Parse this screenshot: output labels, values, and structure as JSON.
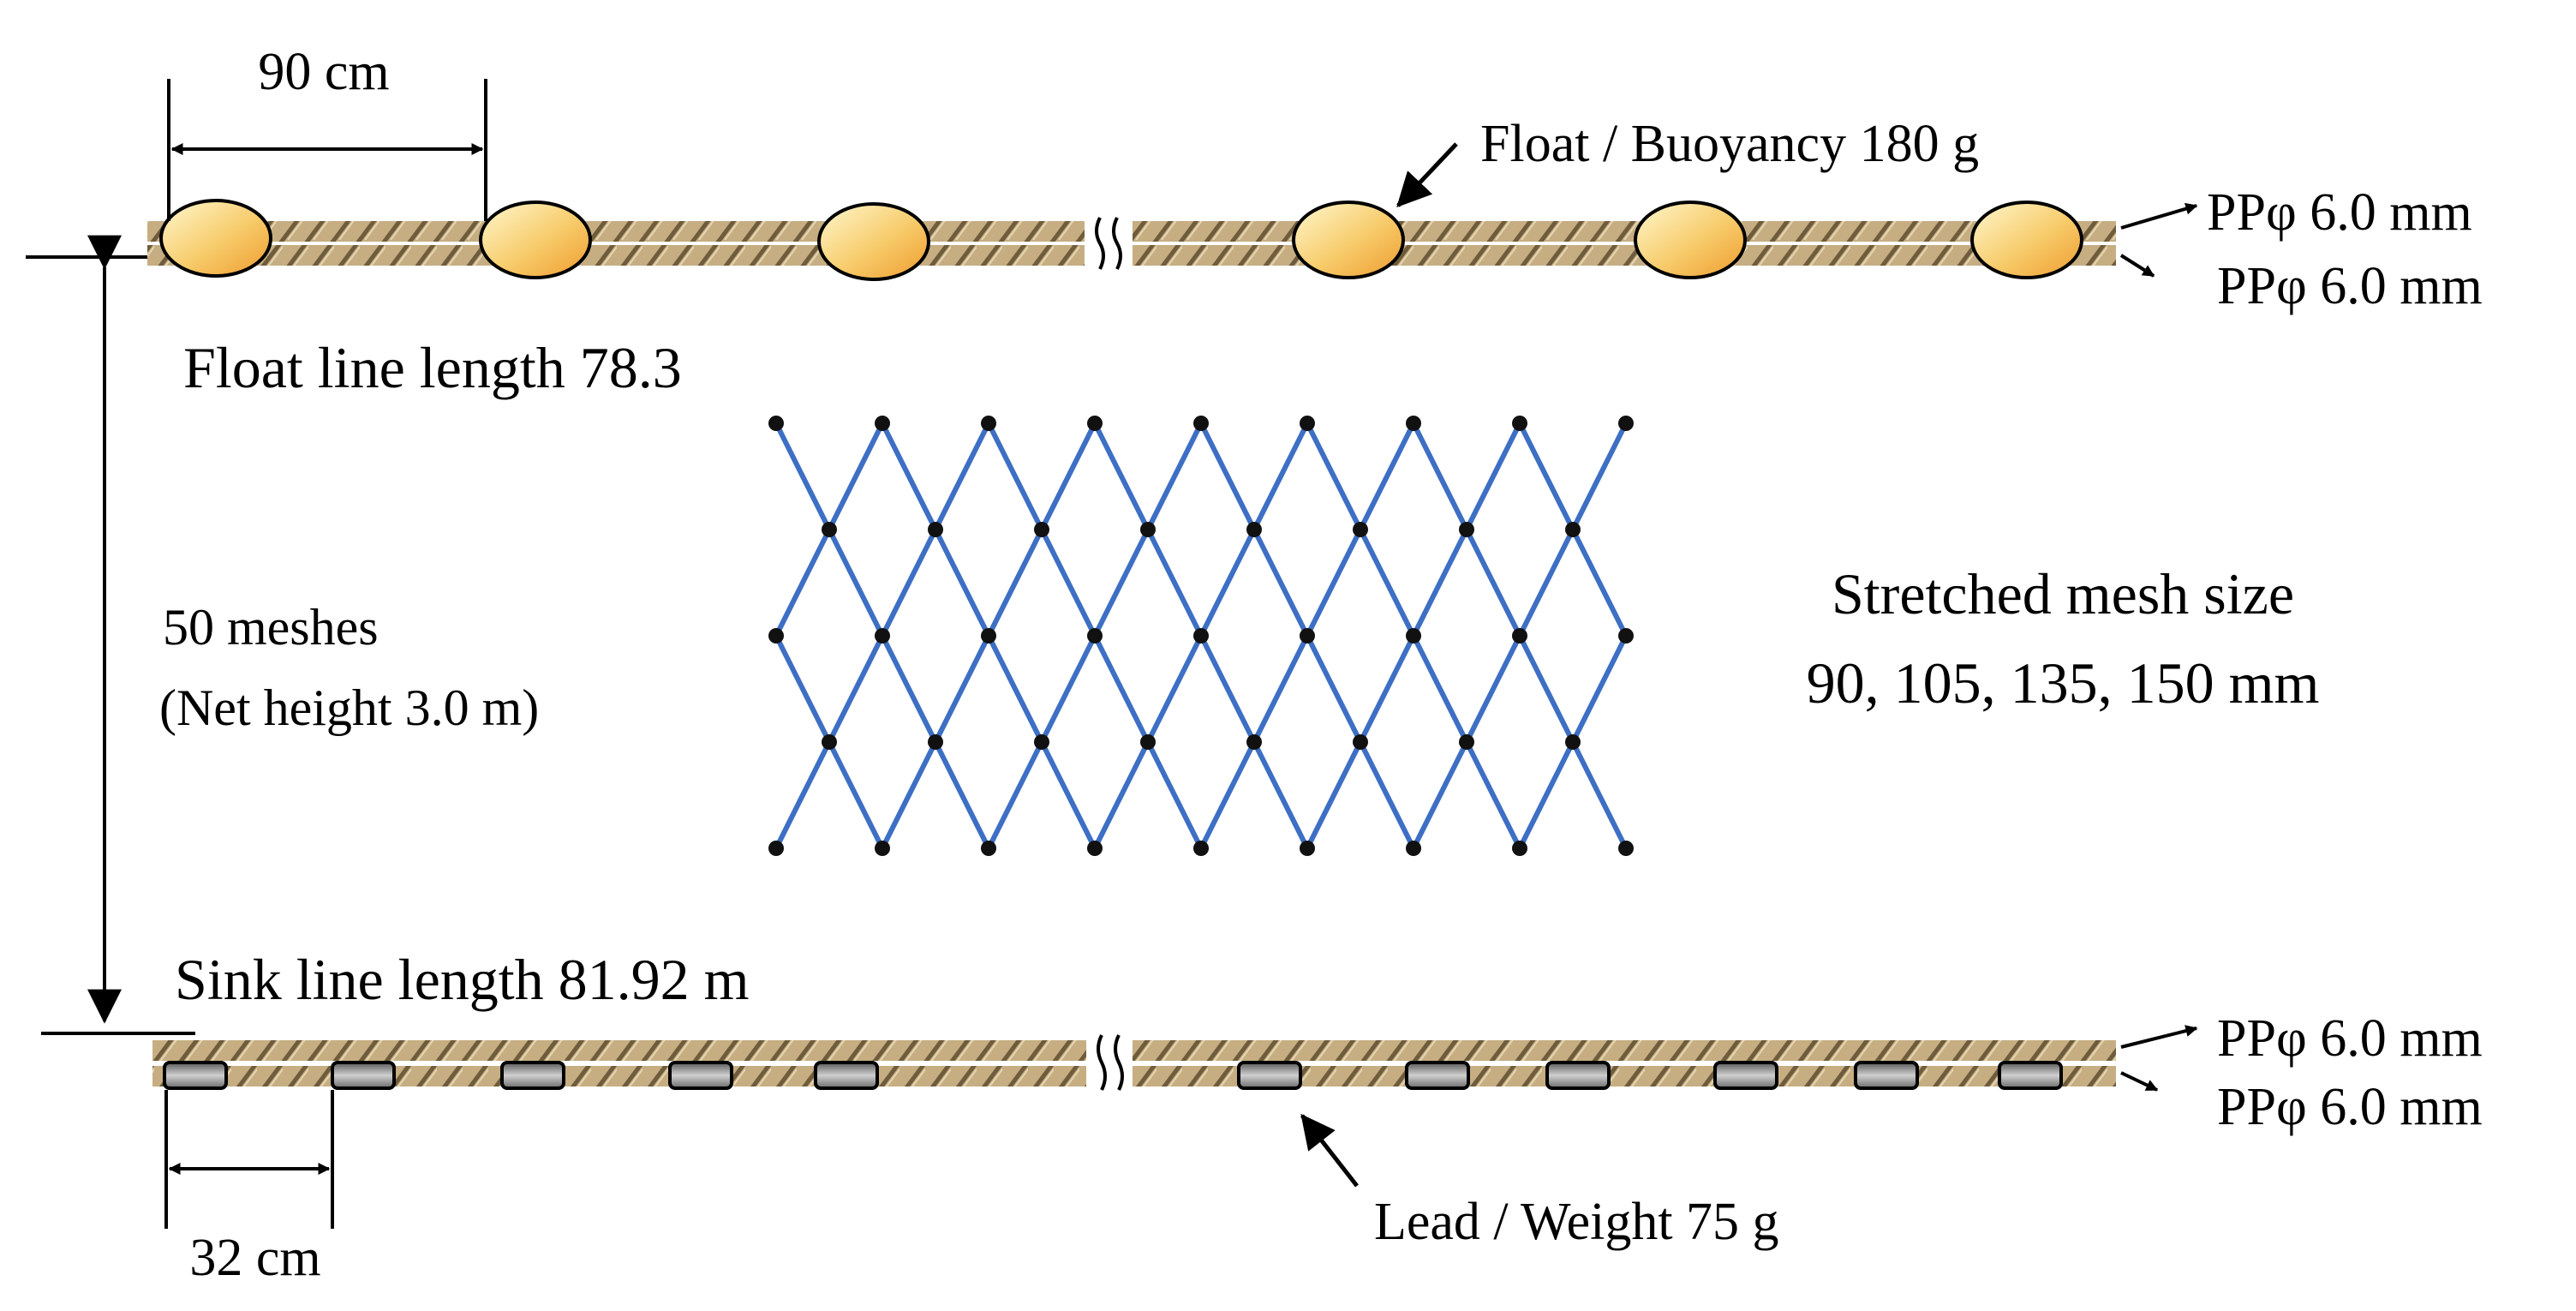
{
  "labels": {
    "float_spacing": "90 cm",
    "float_callout": "Float / Buoyancy 180 g",
    "float_line_top": "PPφ 6.0 mm",
    "float_line_bottom": "PPφ 6.0 mm",
    "float_line_length": "Float line length 78.3",
    "meshes": "50 meshes",
    "net_height": "(Net height 3.0 m)",
    "mesh_size_title": "Stretched mesh size",
    "mesh_size_values": "90, 105, 135, 150 mm",
    "sink_line_length": "Sink  line length 81.92 m",
    "sink_line_top": "PPφ 6.0 mm",
    "sink_line_bottom": "PPφ 6.0 mm",
    "lead_callout": "Lead / Weight 75 g",
    "lead_spacing": "32 cm"
  },
  "colors": {
    "rope": "#c6ae82",
    "rope_stripe": "#6e5c3c",
    "float_light": "#fff6c4",
    "float_dark": "#f2a838",
    "lead_fill": "#9a9a9a",
    "mesh": "#3d6fc4",
    "knot": "#111111",
    "ink": "#000000"
  }
}
